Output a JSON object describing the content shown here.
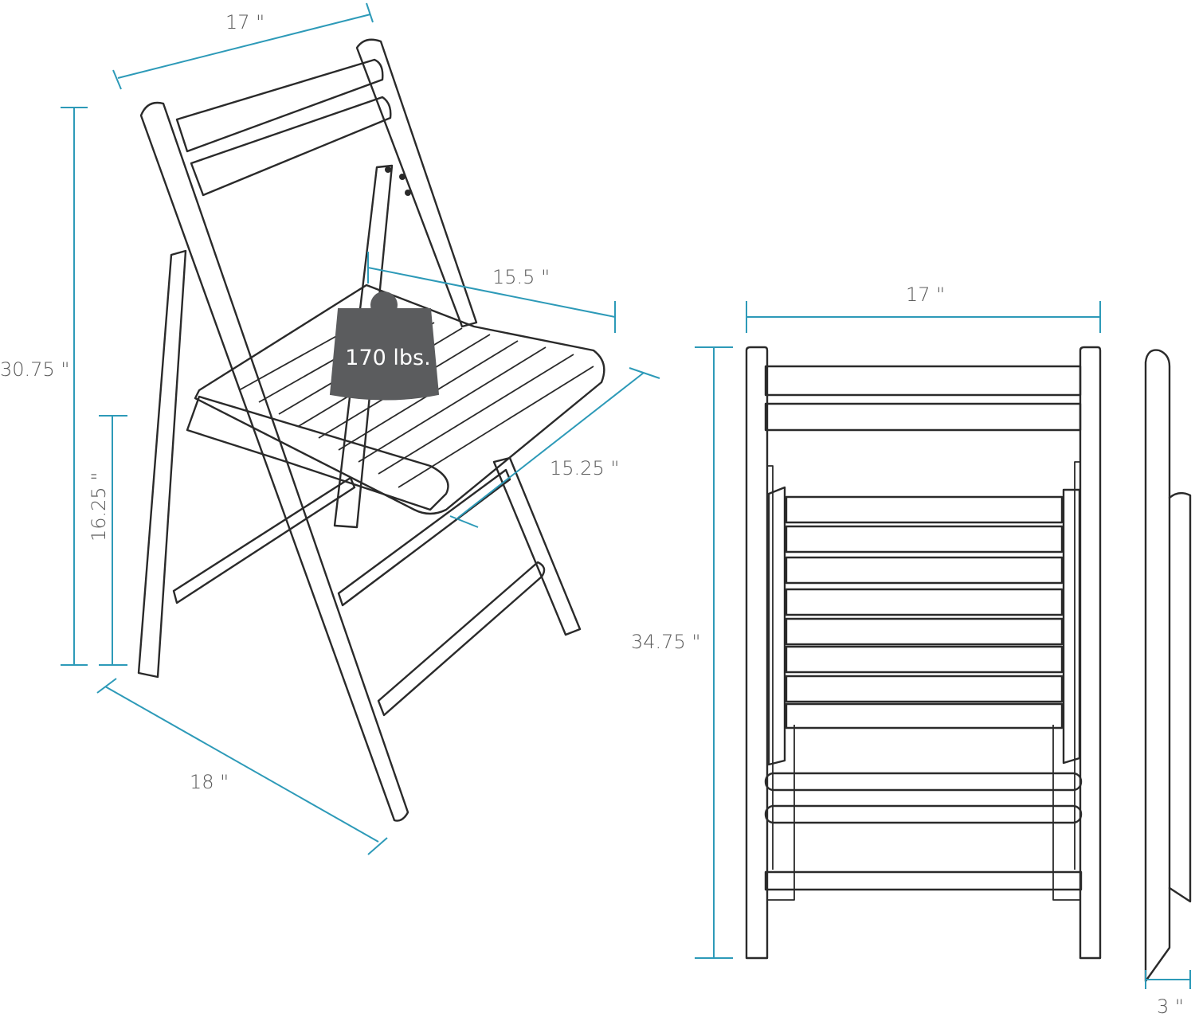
{
  "dimensions": {
    "back_width": "17 \"",
    "total_height": "30.75 \"",
    "seat_height": "16.25 \"",
    "seat_width": "15.5 \"",
    "seat_depth": "15.25 \"",
    "base_depth": "18 \"",
    "folded_width": "17 \"",
    "folded_height": "34.75 \"",
    "folded_thickness": "3 \""
  },
  "weight": {
    "label": "170 lbs."
  },
  "colors": {
    "dimension_line": "#2d9ab8",
    "outline": "#2a2a2a",
    "weight_fill": "#5b5c5e"
  }
}
